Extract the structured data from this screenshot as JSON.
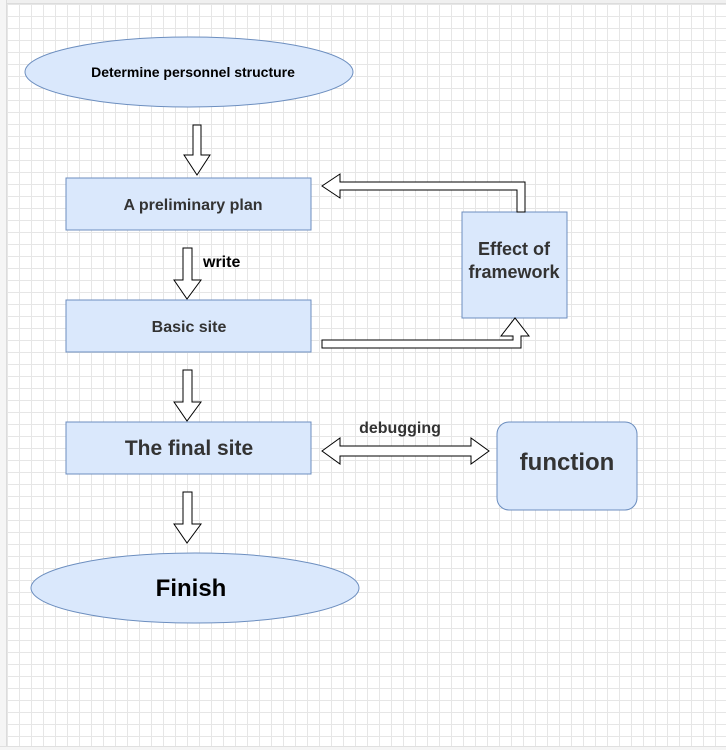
{
  "nodes": {
    "start": "Determine personnel structure",
    "plan": "A preliminary plan",
    "basic": "Basic site",
    "final": "The final site",
    "finish": "Finish",
    "framework_line1": "Effect of",
    "framework_line2": "framework",
    "function": "function"
  },
  "edge_labels": {
    "write": "write",
    "debugging": "debugging"
  },
  "colors": {
    "node_fill": "#dae8fc",
    "node_stroke": "#6c8ebf",
    "arrow_fill": "#ffffff",
    "arrow_stroke": "#000000"
  }
}
